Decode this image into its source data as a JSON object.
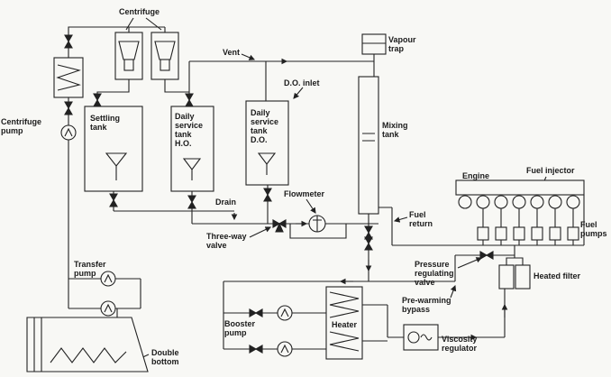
{
  "diagram": {
    "colors": {
      "ink": "#222222",
      "paper": "#f8f8f5"
    },
    "labels": {
      "centrifuge": "Centrifuge",
      "vent": "Vent",
      "vapour_trap": "Vapour trap",
      "do_inlet": "D.O. inlet",
      "centrifuge_pump": "Centrifuge pump",
      "settling_tank": "Settling tank",
      "daily_tank_ho": "Daily service tank H.O.",
      "daily_tank_do": "Daily service tank D.O.",
      "mixing_tank": "Mixing tank",
      "engine": "Engine",
      "fuel_injector": "Fuel injector",
      "flowmeter": "Flowmeter",
      "drain": "Drain",
      "fuel_return": "Fuel return",
      "three_way_valve": "Three-way valve",
      "fuel_pumps": "Fuel pumps",
      "pressure_regulating_valve": "Pressure regulating valve",
      "heated_filter": "Heated filter",
      "pre_warming_bypass": "Pre-warming bypass",
      "viscosity_regulator": "Viscosity regulator",
      "transfer_pump": "Transfer pump",
      "booster_pump": "Booster pump",
      "heater": "Heater",
      "double_bottom": "Double bottom"
    }
  }
}
